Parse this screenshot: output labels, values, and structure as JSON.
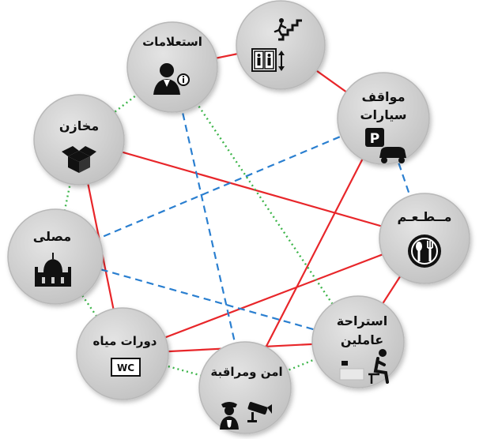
{
  "nodes": {
    "stairs": {
      "label": ""
    },
    "info": {
      "label": "استعلامات"
    },
    "parking": {
      "line1": "مواقف",
      "line2": "سيارات"
    },
    "storage": {
      "label": "مخازن"
    },
    "restaurant": {
      "label": "مــطـعـم"
    },
    "prayer": {
      "label": "مصلى"
    },
    "workers_rest": {
      "line1": "استراحة",
      "line2": "عاملين"
    },
    "toilets": {
      "label": "دورات مياه",
      "badge": "WC"
    },
    "security": {
      "label": "امن ومراقبة"
    }
  },
  "colors": {
    "node_fill": "#cfcfcf",
    "node_stroke": "#bdbdbd",
    "red_link": "#e8262a",
    "blue_link": "#2a7fd0",
    "green_link": "#3db54a",
    "icon": "#111111"
  },
  "links": {
    "red": [
      [
        "stairs",
        "info"
      ],
      [
        "stairs",
        "parking"
      ],
      [
        "parking",
        "security"
      ],
      [
        "storage",
        "restaurant"
      ],
      [
        "storage",
        "toilets"
      ],
      [
        "restaurant",
        "workers_rest"
      ],
      [
        "restaurant",
        "toilets"
      ],
      [
        "toilets",
        "workers_rest"
      ]
    ],
    "blue": [
      [
        "parking",
        "prayer"
      ],
      [
        "parking",
        "restaurant"
      ],
      [
        "info",
        "security"
      ],
      [
        "prayer",
        "workers_rest"
      ]
    ],
    "green": [
      [
        "info",
        "storage"
      ],
      [
        "info",
        "workers_rest"
      ],
      [
        "storage",
        "prayer"
      ],
      [
        "prayer",
        "toilets"
      ],
      [
        "toilets",
        "security"
      ],
      [
        "security",
        "workers_rest"
      ]
    ]
  }
}
